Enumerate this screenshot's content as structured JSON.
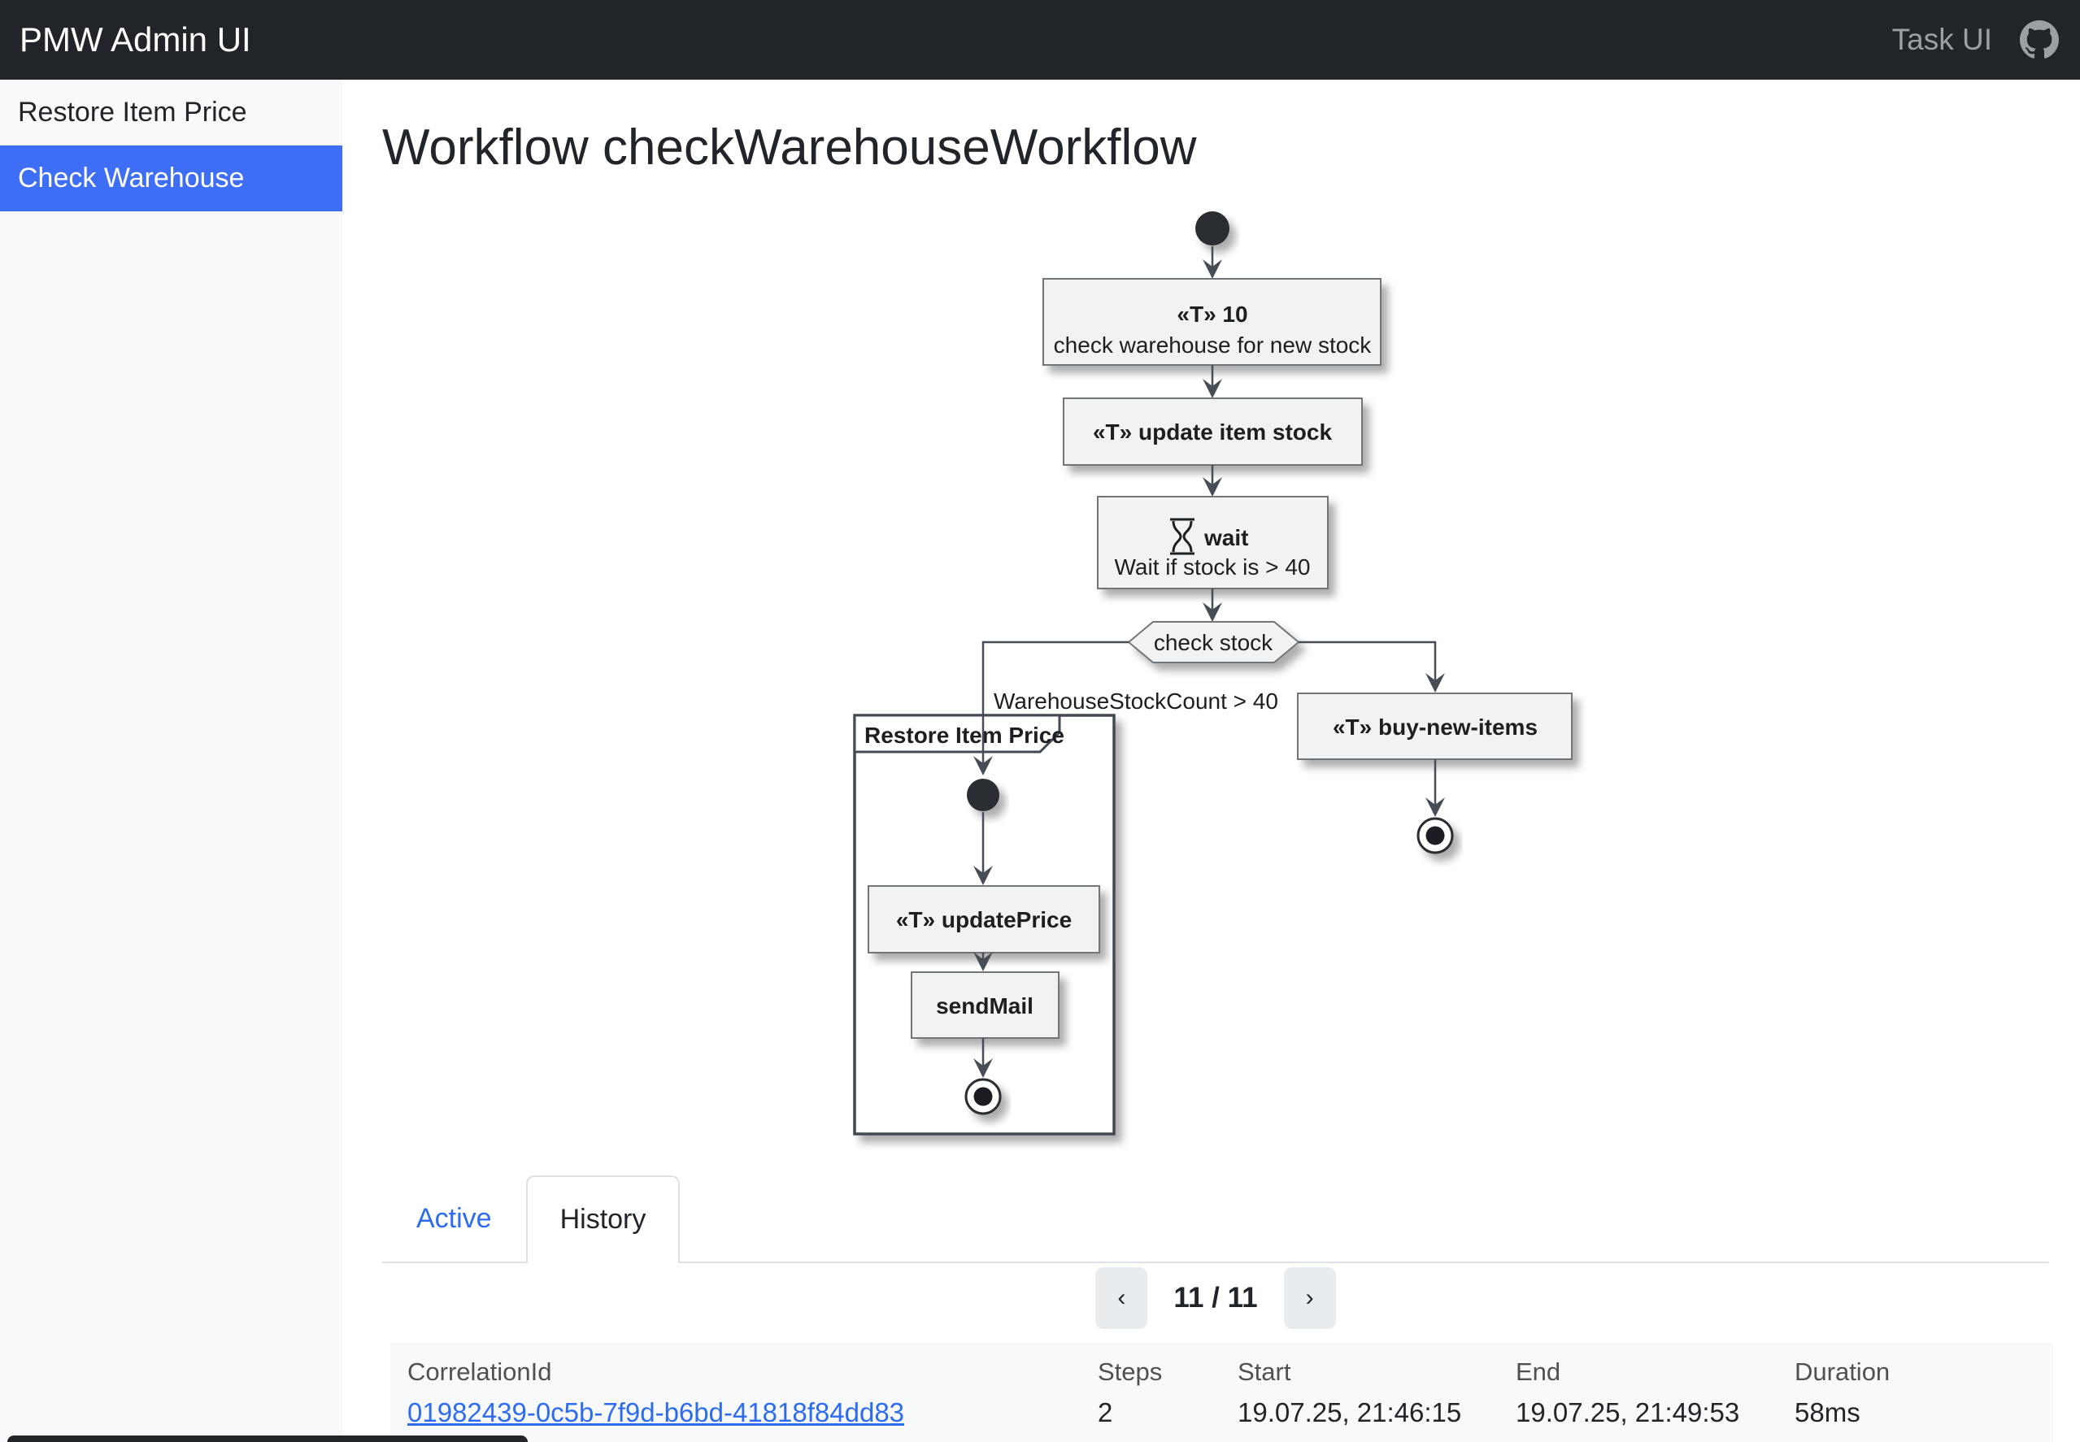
{
  "header": {
    "title": "PMW Admin UI",
    "task_ui_label": "Task UI",
    "github_icon": "github-octocat-mark",
    "background": "#212529"
  },
  "sidebar": {
    "items": [
      {
        "label": "Restore Item Price",
        "active": false
      },
      {
        "label": "Check Warehouse",
        "active": true
      }
    ],
    "active_color": "#3e6ef5"
  },
  "main": {
    "title": "Workflow checkWarehouseWorkflow",
    "tabs": [
      {
        "label": "Active",
        "active": false
      },
      {
        "label": "History",
        "active": true
      }
    ],
    "pagination": {
      "prev_icon": "‹",
      "next_icon": "›",
      "display": "11 / 11",
      "current_page": 11,
      "total_pages": 11
    },
    "table": {
      "columns": [
        "CorrelationId",
        "Steps",
        "Start",
        "End",
        "Duration"
      ],
      "rows": [
        {
          "correlation_id": "01982439-0c5b-7f9d-b6bd-41818f84dd83",
          "steps": "2",
          "start": "19.07.25, 21:46:15",
          "end": "19.07.25, 21:49:53",
          "duration": "58ms"
        }
      ]
    },
    "link_color": "#2d6bf0"
  },
  "diagram": {
    "type": "activity-diagram",
    "task10_stereotype": "«T»  10",
    "task10_label": "check warehouse for new stock",
    "update_item_stock": "«T»  update item stock",
    "wait_title": "wait",
    "wait_icon": "hourglass-icon",
    "wait_label": "Wait if stock is > 40",
    "decision_label": "check stock",
    "branch_condition": "WarehouseStockCount > 40",
    "partition_title": "Restore Item Price",
    "update_price": "«T»  updatePrice",
    "send_mail": "sendMail",
    "buy_new_items": "«T»  buy-new-items",
    "node_fill": "#f2f2f2",
    "edge_color": "#474d54"
  }
}
